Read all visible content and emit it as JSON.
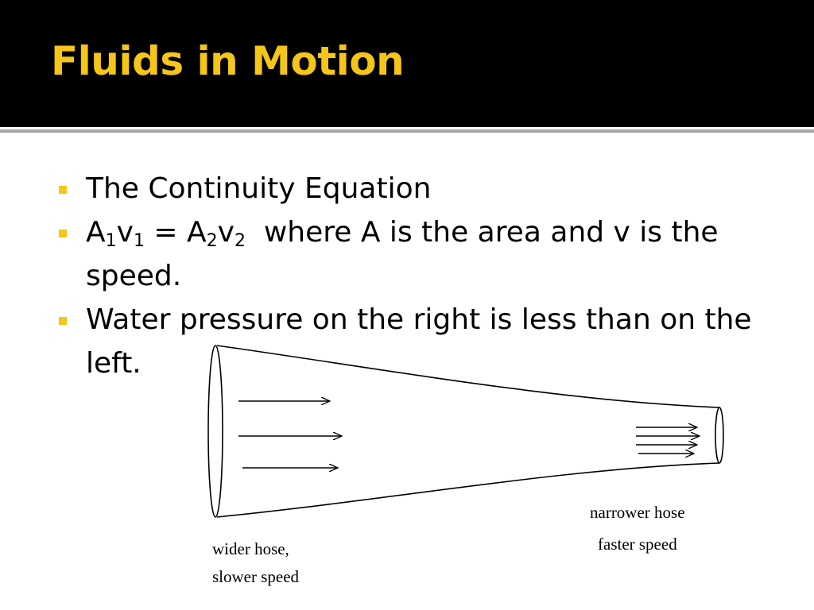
{
  "slide": {
    "title": "Fluids in Motion",
    "title_color": "#f5c518",
    "bullet_color": "#f5c518",
    "header_background": "#000000"
  },
  "bullets": [
    {
      "text": "The Continuity Equation"
    },
    {
      "equation": {
        "a1": "A",
        "sub1a": "1",
        "v1": "v",
        "sub1b": "1",
        "eq": " = ",
        "a2": "A",
        "sub2a": "2",
        "v2": "v",
        "sub2b": "2"
      },
      "rest": "  where A is the area and v is the speed."
    },
    {
      "text": "Water pressure on the right is less than on the left."
    }
  ],
  "diagram": {
    "left_label_line1": "wider hose,",
    "left_label_line2": "slower speed",
    "right_label_line1": "narrower hose",
    "right_label_line2": "faster speed"
  }
}
